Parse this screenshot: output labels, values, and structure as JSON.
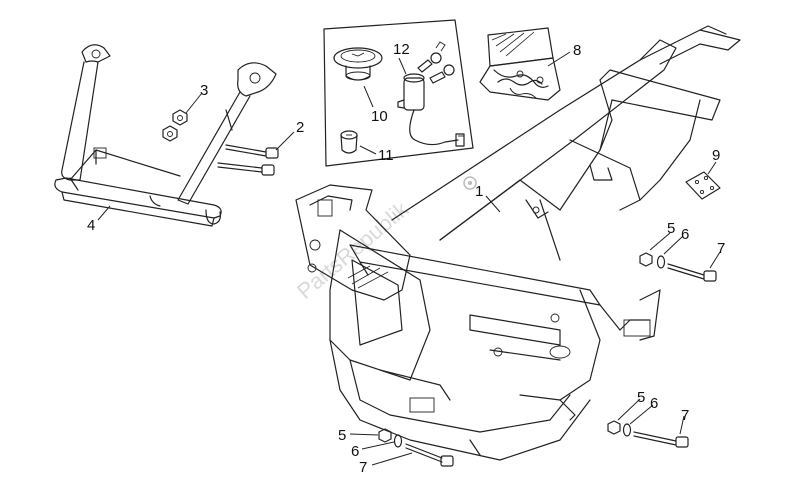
{
  "watermark": "PartsRepublik",
  "callouts": {
    "c1": "1",
    "c2": "2",
    "c3": "3",
    "c4": "4",
    "c5a": "5",
    "c5b": "5",
    "c5c": "5",
    "c6a": "6",
    "c6b": "6",
    "c6c": "6",
    "c7a": "7",
    "c7b": "7",
    "c7c": "7",
    "c8": "8",
    "c9": "9",
    "c10": "10",
    "c11": "11",
    "c12": "12"
  },
  "parts": [
    {
      "id": "1",
      "name": "frame"
    },
    {
      "id": "2",
      "name": "bolt"
    },
    {
      "id": "3",
      "name": "nut"
    },
    {
      "id": "4",
      "name": "rear-bracket"
    },
    {
      "id": "5",
      "name": "nut"
    },
    {
      "id": "6",
      "name": "washer"
    },
    {
      "id": "7",
      "name": "bolt"
    },
    {
      "id": "8",
      "name": "electrical-component-assembly"
    },
    {
      "id": "9",
      "name": "plate"
    },
    {
      "id": "10",
      "name": "fuel-cap"
    },
    {
      "id": "11",
      "name": "key-lock-cylinder"
    },
    {
      "id": "12",
      "name": "ignition-switch-with-keys"
    }
  ]
}
